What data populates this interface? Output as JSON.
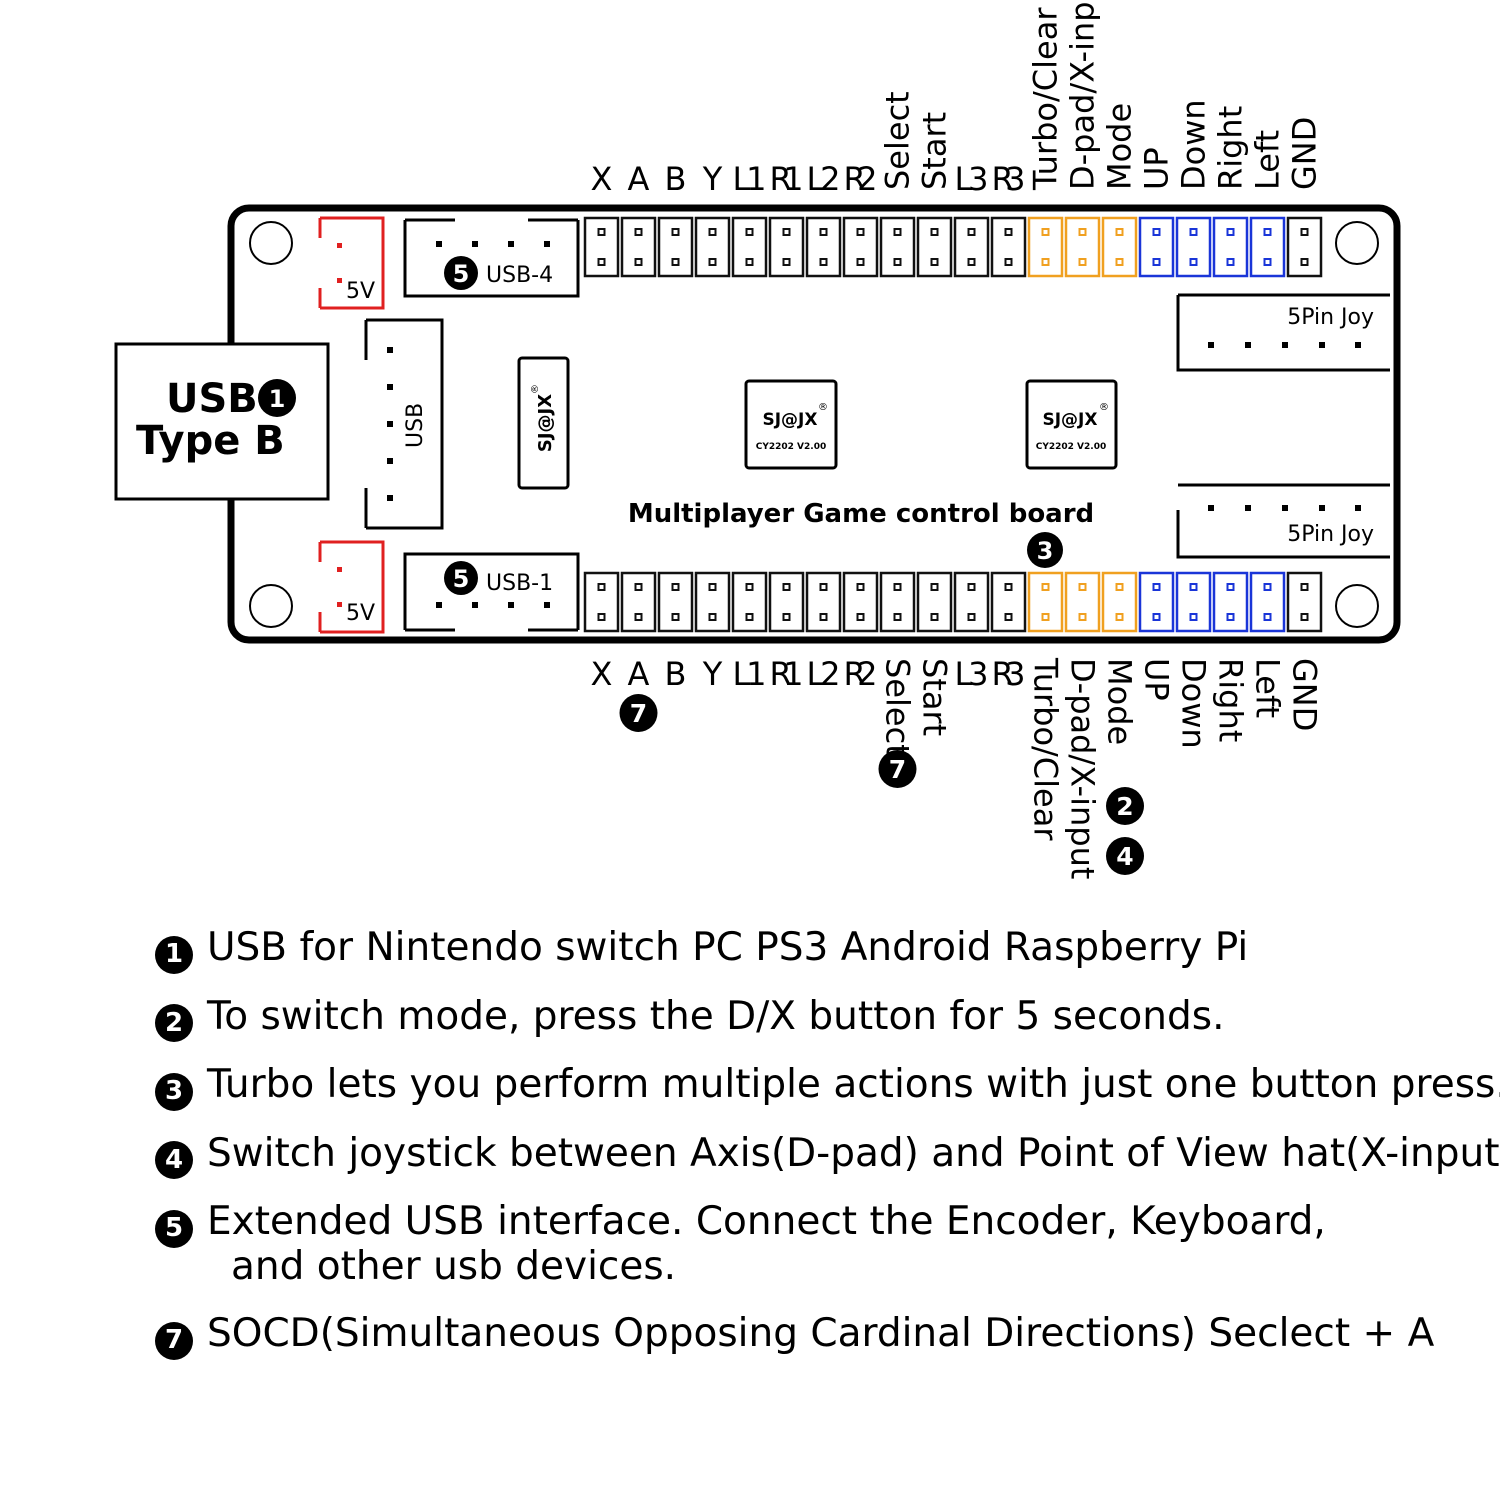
{
  "usb_connector": {
    "line1": "USB",
    "line2": "Type B",
    "badge": "1"
  },
  "board": {
    "title": "Multiplayer Game control board",
    "title_badge": "3",
    "chips": [
      {
        "brand": "SJ@JX",
        "reg": "®",
        "model": "CY2202 V2.00"
      },
      {
        "brand": "SJ@JX",
        "reg": "®",
        "model": "CY2202 V2.00"
      }
    ],
    "small_chip": {
      "brand": "SJ@JX",
      "reg": "®"
    },
    "usb_header_label": "USB",
    "power_label": "5V",
    "usb_ports": [
      {
        "label": "USB-4",
        "badge": "5"
      },
      {
        "label": "USB-1",
        "badge": "5"
      }
    ],
    "joy_label": "5Pin Joy"
  },
  "pins": {
    "top": [
      "X",
      "A",
      "B",
      "Y",
      "L1",
      "R1",
      "L2",
      "R2",
      "Select",
      "Start",
      "L3",
      "R3",
      "Turbo/Clear",
      "D-pad/X-input",
      "Mode",
      "UP",
      "Down",
      "Right",
      "Left",
      "GND"
    ],
    "bottom": [
      "X",
      "A",
      "B",
      "Y",
      "L1",
      "R1",
      "L2",
      "R2",
      "Select",
      "Start",
      "L3",
      "R3",
      "Turbo/Clear",
      "D-pad/X-input",
      "Mode",
      "UP",
      "Down",
      "Right",
      "Left",
      "GND"
    ],
    "groups": [
      "black",
      "black",
      "black",
      "black",
      "black",
      "black",
      "black",
      "black",
      "black",
      "black",
      "black",
      "black",
      "orange",
      "orange",
      "orange",
      "blue",
      "blue",
      "blue",
      "blue",
      "black"
    ]
  },
  "pin_badges": {
    "a": "7",
    "select": "7",
    "dpad_1": "2",
    "dpad_2": "4"
  },
  "colors": {
    "orange": "#f0a020",
    "blue": "#1a35d8",
    "red": "#e02020",
    "black": "#111111"
  },
  "notes": [
    {
      "badge": "1",
      "text": "USB  for Nintendo switch PC PS3 Android Raspberry Pi"
    },
    {
      "badge": "2",
      "text": "To switch mode, press the D/X button for 5 seconds."
    },
    {
      "badge": "3",
      "text": "Turbo lets you perform multiple actions with just one button press."
    },
    {
      "badge": "4",
      "text": "Switch joystick between Axis(D-pad) and Point of View hat(X-input)"
    },
    {
      "badge": "5",
      "text": "Extended USB interface. Connect the Encoder, Keyboard,",
      "text2": "and other usb devices."
    },
    {
      "badge": "7",
      "text": "SOCD(Simultaneous Opposing Cardinal Directions) Seclect + A"
    }
  ]
}
